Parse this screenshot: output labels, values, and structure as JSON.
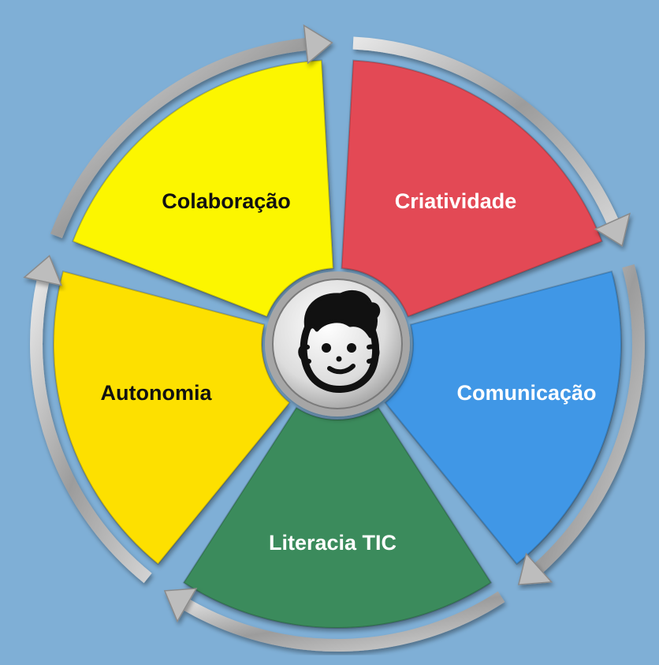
{
  "diagram": {
    "segments": [
      {
        "label": "Criatividade",
        "fill": "#e34a55",
        "text_color": "#ffffff"
      },
      {
        "label": "Comunicação",
        "fill": "#3f97e6",
        "text_color": "#ffffff"
      },
      {
        "label": "Literacia TIC",
        "fill": "#3a8b5c",
        "text_color": "#ffffff"
      },
      {
        "label": "Autonomia",
        "fill": "#fde000",
        "text_color": "#111111"
      },
      {
        "label": "Colaboração",
        "fill": "#fcf600",
        "text_color": "#111111"
      }
    ],
    "center_icon": "smiling-boy-face-icon",
    "background_color": "#7fafd6",
    "ring_color": "#b8b8b8"
  }
}
